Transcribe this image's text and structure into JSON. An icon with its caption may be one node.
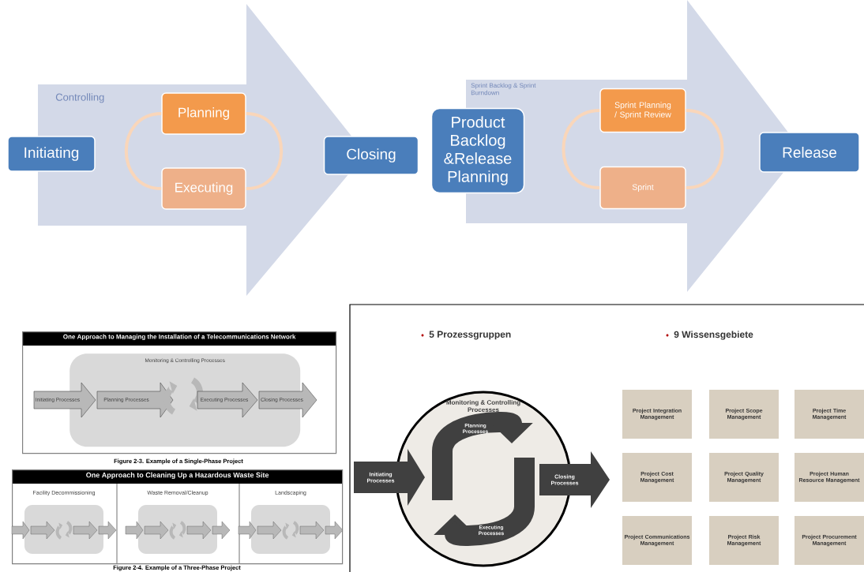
{
  "diagram": {
    "nodes": [
      {
        "text": [
          "Controlling"
        ]
      },
      {
        "text": [
          "Initiating"
        ]
      },
      {
        "text": [
          "Planning"
        ],
        "in": 0
      },
      {
        "text": [
          "Executing"
        ],
        "in": 0
      },
      {
        "text": [
          "Closing"
        ]
      },
      {
        "text": [
          "Sprint Backlog & Sprint Burndown"
        ]
      },
      {
        "text": [
          "Product Backlog &Release Planning"
        ]
      },
      {
        "text": [
          "Sprint Planning / Sprint Review"
        ],
        "in": 5
      },
      {
        "text": [
          "Sprint"
        ],
        "in": 5
      },
      {
        "text": [
          "Release"
        ]
      },
      {
        "text": [
          "One Approach to Managing the Installation of a Telecommunications Network"
        ],
        "beside": [
          "Figure 2-3. Example of a Single-Phase Project"
        ]
      },
      {
        "text": [
          "Monitoring & Controlling Processes"
        ],
        "in": 10
      },
      {
        "text": [
          "Initiating Processes"
        ],
        "in": 10
      },
      {
        "text": [
          "Planning Processes"
        ],
        "in": 11
      },
      {
        "text": [
          "Executing Processes"
        ],
        "in": 11
      },
      {
        "text": [
          "Closing Processes"
        ],
        "in": 10
      },
      {
        "text": [
          "One Approach to Cleaning Up a Hazardous Waste Site"
        ],
        "beside": [
          "Figure 2-4. Example of a Three-Phase Project"
        ]
      },
      {
        "text": [
          "Monitoring & Controlling Processes"
        ]
      },
      {
        "text": [
          "Planning Processes"
        ],
        "in": 17
      },
      {
        "text": [
          "Executing Processes"
        ],
        "in": 17
      },
      {
        "text": [
          "Initiating Processes"
        ]
      },
      {
        "text": [
          "Closing Processes"
        ]
      },
      {
        "text": [
          "Project Integration Management"
        ]
      },
      {
        "text": [
          "Project Scope Management"
        ]
      },
      {
        "text": [
          "Project Time Management"
        ]
      },
      {
        "text": [
          "Project Cost Management"
        ]
      },
      {
        "text": [
          "Project Quality Management"
        ]
      },
      {
        "text": [
          "Project Human Resource Management"
        ]
      },
      {
        "text": [
          "Project Communications Management"
        ]
      },
      {
        "text": [
          "Project Risk Management"
        ]
      },
      {
        "text": [
          "Project Procurement Management"
        ]
      }
    ],
    "edges": [
      {
        "from": 2,
        "to": 3,
        "arrow": "none"
      },
      {
        "from": 3,
        "to": 2,
        "arrow": "none"
      },
      {
        "from": 7,
        "to": 8,
        "arrow": "none"
      },
      {
        "from": 8,
        "to": 7,
        "arrow": "none"
      }
    ],
    "labels": [
      "Facility Decommissioning",
      "Waste Removal/Cleanup",
      "Landscaping",
      "5 Prozessgruppen",
      "9 Wissensgebiete"
    ]
  }
}
